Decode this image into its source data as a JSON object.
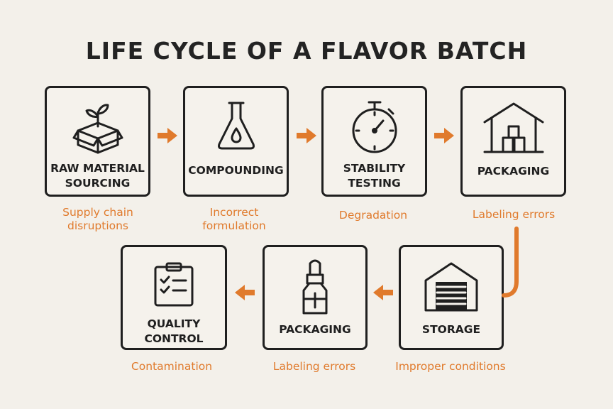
{
  "title": "LIFE CYCLE OF A FLAVOR BATCH",
  "colors": {
    "accent": "#e07a2c",
    "stroke": "#1f1f1f",
    "background": "#f3f0ea"
  },
  "stages": [
    {
      "label": "RAW MATERIAL\nSOURCING",
      "risk": "Supply chain\ndisruptions",
      "icon": "box-with-sprout-icon"
    },
    {
      "label": "COMPOUNDING",
      "risk": "Incorrect\nformulation",
      "icon": "flask-icon"
    },
    {
      "label": "STABILITY\nTESTING",
      "risk": "Degradation",
      "icon": "stopwatch-icon"
    },
    {
      "label": "PACKAGING",
      "risk": "Labeling errors",
      "icon": "warehouse-crates-icon"
    },
    {
      "label": "STORAGE",
      "risk": "Improper conditions",
      "icon": "garage-storage-icon"
    },
    {
      "label": "PACKAGING",
      "risk": "Labeling errors",
      "icon": "dropper-bottle-icon"
    },
    {
      "label": "QUALITY\nCONTROL",
      "risk": "Contamination",
      "icon": "clipboard-checklist-icon"
    }
  ]
}
